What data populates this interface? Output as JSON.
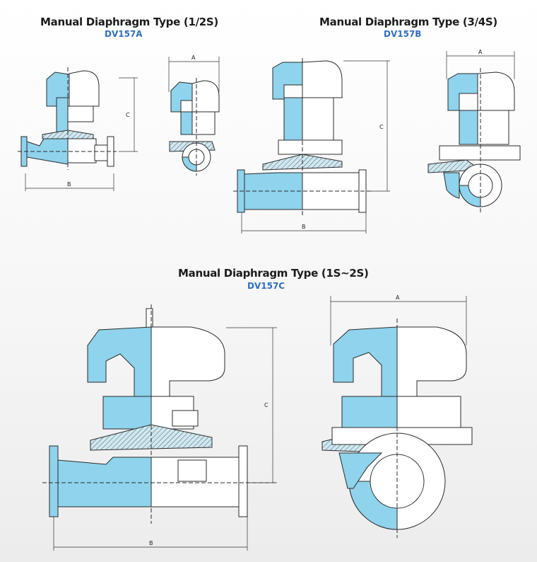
{
  "sections": [
    {
      "title": "Manual Diaphragm Type (1/2S)",
      "model": "DV157A"
    },
    {
      "title": "Manual Diaphragm Type (3/4S)",
      "model": "DV157B"
    },
    {
      "title": "Manual Diaphragm Type (1S~2S)",
      "model": "DV157C"
    }
  ],
  "dimension_labels": {
    "a": "A",
    "b": "B",
    "c": "C"
  },
  "colors": {
    "body_fill": "#8fd3ec",
    "outline": "#2b2b2b",
    "title": "#1c1c1c",
    "model": "#2f6fc0"
  }
}
